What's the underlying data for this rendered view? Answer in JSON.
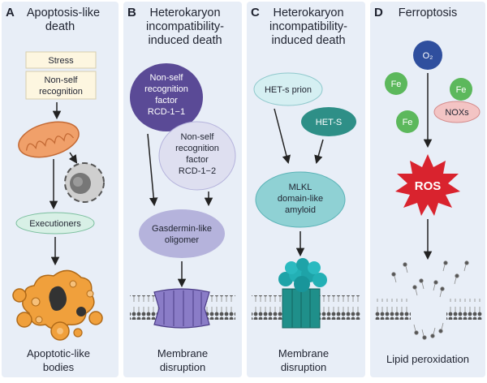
{
  "panels": {
    "a": {
      "letter": "A",
      "title_lines": [
        "Apoptosis-like",
        "death"
      ],
      "stress": "Stress",
      "nonself_lines": [
        "Non-self",
        "recognition"
      ],
      "executioners": "Executioners",
      "bottom_lines": [
        "Apoptotic-like",
        "bodies"
      ]
    },
    "b": {
      "letter": "B",
      "title_lines": [
        "Heterokaryon",
        "incompatibility-",
        "induced death"
      ],
      "factor1_lines": [
        "Non-self",
        "recognition",
        "factor",
        "RCD-1−1"
      ],
      "factor2_lines": [
        "Non-self",
        "recognition",
        "factor",
        "RCD-1−2"
      ],
      "gasdermin_lines": [
        "Gasdermin-like",
        "oligomer"
      ],
      "bottom_lines": [
        "Membrane",
        "disruption"
      ]
    },
    "c": {
      "letter": "C",
      "title_lines": [
        "Heterokaryon",
        "incompatibility-",
        "induced death"
      ],
      "prion": "HET-s prion",
      "hets": "HET-S",
      "mlkl_lines": [
        "MLKL",
        "domain-like",
        "amyloid"
      ],
      "bottom_lines": [
        "Membrane",
        "disruption"
      ]
    },
    "d": {
      "letter": "D",
      "title": "Ferroptosis",
      "o2": "O₂",
      "fe": "Fe",
      "noxs": "NOXs",
      "ros": "ROS",
      "bottom": "Lipid peroxidation"
    }
  },
  "colors": {
    "panel_bg": "#e8eef7",
    "purple_dark": "#5a4a96",
    "purple_light": "#dedff0",
    "purple_mid": "#b5b3dc",
    "teal_light": "#d5eff2",
    "teal_dark": "#2e8f87",
    "teal_mid": "#8fd1d4",
    "mito": "#f0a06a",
    "body_orange": "#f0a03c",
    "fe_green": "#5cb85c",
    "o2_blue": "#2f4f9e",
    "nox_pink": "#f3c4c4",
    "ros_red": "#d9232e"
  }
}
